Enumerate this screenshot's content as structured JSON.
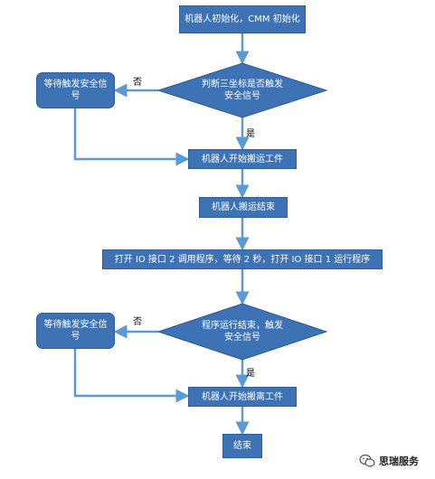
{
  "flow": {
    "start": "机器人初始化，CMM 初始化",
    "decision1": "判断三坐标是否触发安全信号",
    "wait1": "等待触发安全信号",
    "no1": "否",
    "yes1": "是",
    "move_start": "机器人开始搬运工件",
    "move_end": "机器人搬运结束",
    "io_step": "打开 IO 接口 2 调用程序，等待 2 秒，打开 IO 接口 1 运行程序",
    "decision2": "程序运行结束，触发安全信号",
    "wait2": "等待触发安全信号",
    "no2": "否",
    "yes2": "是",
    "unload_start": "机器人开始搬离工件",
    "end": "结束"
  },
  "watermark": {
    "text": "思瑞服务",
    "icon": "wechat-icon"
  },
  "colors": {
    "node_fill": "#3d72b4",
    "node_border": "#2f5d97",
    "connector": "#5b9bd5"
  }
}
